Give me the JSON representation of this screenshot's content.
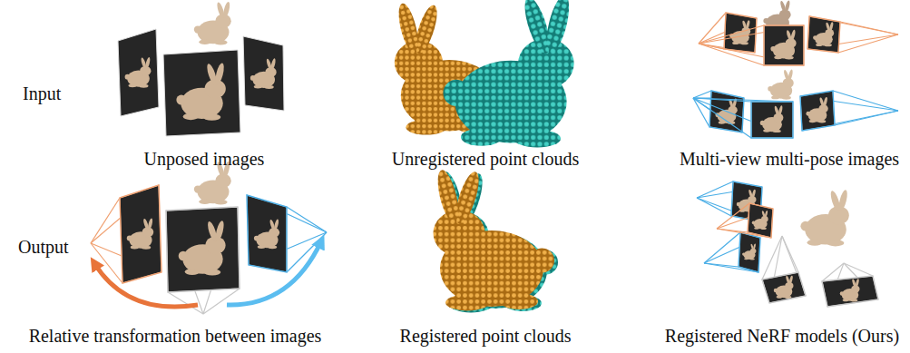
{
  "diagram": {
    "labels": [
      "Input",
      "Unposed images",
      "Unregistered point clouds",
      "Multi-view multi-pose images",
      "Output",
      "Relative transformation between images",
      "Registered point clouds",
      "Registered NeRF models (Ours)"
    ]
  }
}
